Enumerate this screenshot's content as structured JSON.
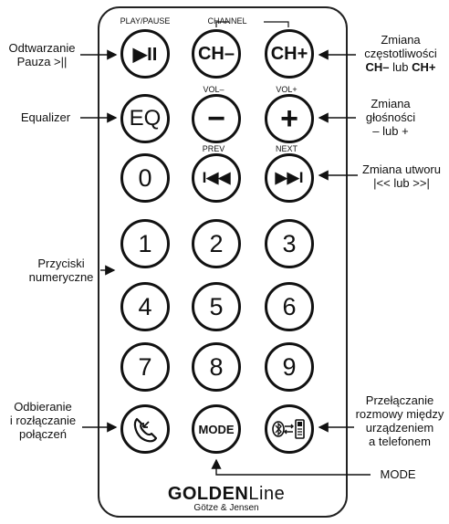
{
  "remote": {
    "top_labels": {
      "play_pause": "PLAY/PAUSE",
      "channel": "CHANNEL",
      "vol_minus": "VOL–",
      "vol_plus": "VOL+",
      "prev": "PREV",
      "next": "NEXT"
    },
    "buttons": {
      "play_pause": "▶II",
      "ch_minus": "CH–",
      "ch_plus": "CH+",
      "eq": "EQ",
      "minus": "−",
      "plus": "+",
      "zero": "0",
      "prev": "I◀◀",
      "next": "▶▶I",
      "one": "1",
      "two": "2",
      "three": "3",
      "four": "4",
      "five": "5",
      "six": "6",
      "seven": "7",
      "eight": "8",
      "nine": "9",
      "mode": "MODE"
    },
    "logo": {
      "brand_bold": "GOLDEN",
      "brand_light": "Line",
      "maker": "Götze & Jensen"
    }
  },
  "annotations_left": {
    "play_pause_line1": "Odtwarzanie",
    "play_pause_line2": "Pauza >||",
    "equalizer": "Equalizer",
    "numeric_line1": "Przyciski",
    "numeric_line2": "numeryczne",
    "call_line1": "Odbieranie",
    "call_line2": "i rozłączanie",
    "call_line3": "połączeń"
  },
  "annotations_right": {
    "freq_line1": "Zmiana",
    "freq_line2": "częstotliwości",
    "freq_bold1": "CH–",
    "freq_mid": " lub ",
    "freq_bold2": "CH+",
    "vol_line1": "Zmiana",
    "vol_line2": "głośności",
    "vol_line3": "– lub +",
    "track_line1": "Zmiana utworu",
    "track_line2": "|<< lub >>|",
    "switch_line1": "Przełączanie",
    "switch_line2": "rozmowy między",
    "switch_line3": "urządzeniem",
    "switch_line4": "a telefonem",
    "mode": "MODE"
  }
}
